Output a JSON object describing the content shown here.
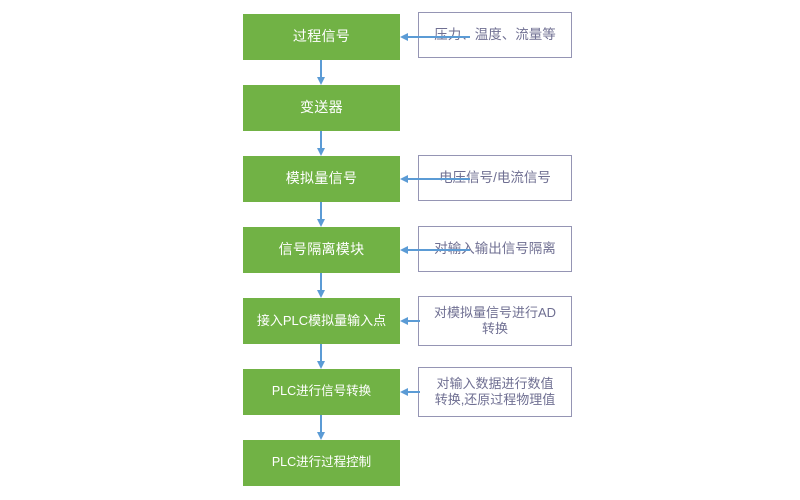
{
  "diagram": {
    "title": "PLC 过程信号采集与控制流程图",
    "background_color": "#ffffff",
    "step_fill_color": "#71b245",
    "step_text_color": "#ffffff",
    "note_border_color": "#9595b4",
    "note_text_color": "#6f6f92",
    "arrow_color": "#5b9bd5"
  },
  "steps": [
    {
      "id": "process-signal",
      "label": "过程信号"
    },
    {
      "id": "transmitter",
      "label": "变送器"
    },
    {
      "id": "analog-signal",
      "label": "模拟量信号"
    },
    {
      "id": "isolation-module",
      "label": "信号隔离模块"
    },
    {
      "id": "plc-analog-input",
      "label": "接入PLC模拟量输入点"
    },
    {
      "id": "plc-signal-convert",
      "label": "PLC进行信号转换"
    },
    {
      "id": "plc-process-control",
      "label": "PLC进行过程控制"
    }
  ],
  "notes": [
    {
      "id": "note-process-signal",
      "for": "过程信号",
      "label": "压力、温度、流量等"
    },
    {
      "id": "note-analog-signal",
      "for": "模拟量信号",
      "label": "电压信号/电流信号"
    },
    {
      "id": "note-isolation-module",
      "for": "信号隔离模块",
      "label": "对输入输出信号隔离"
    },
    {
      "id": "note-plc-analog-input",
      "for": "接入PLC模拟量输入点",
      "label": "对模拟量信号进行AD\n转换"
    },
    {
      "id": "note-plc-signal-convert",
      "for": "PLC进行信号转换",
      "label": "对输入数据进行数值\n转换,还原过程物理值"
    }
  ]
}
